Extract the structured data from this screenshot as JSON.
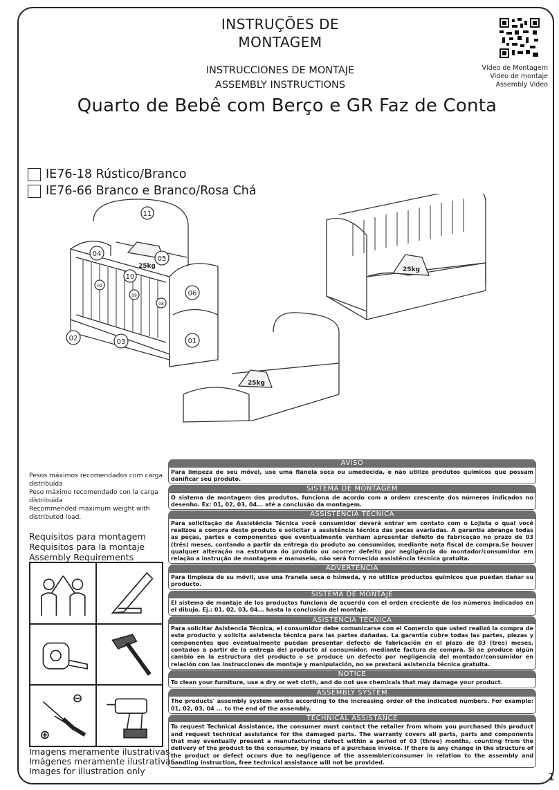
{
  "header": {
    "title_pt_line1": "INSTRUÇÕES DE",
    "title_pt_line2": "MONTAGEM",
    "title_es": "INSTRUCCIONES DE MONTAJE",
    "title_en": "ASSEMBLY  INSTRUCTIONS",
    "video_pt": "Vídeo de Montagem",
    "video_es": "Video de montaje",
    "video_en": "Assembly Video",
    "qr_icon": "qr-code-icon"
  },
  "product": {
    "name": "Quarto de Bebê com Berço e GR Faz de Conta",
    "models": [
      "IE76-18 Rústico/Branco",
      "IE76-66 Branco e Branco/Rosa Chá"
    ]
  },
  "illustration": {
    "part_numbers": [
      "11",
      "04",
      "05",
      "10",
      "09",
      "09",
      "08",
      "06",
      "02",
      "03",
      "01"
    ],
    "weight_label": "25kg"
  },
  "weights": {
    "pt": "Pesos máximos recomendados com carga distribuída",
    "es": "Peso máximo recomendado con la carga distribuida",
    "en": "Recommended maximum weight with distributed load."
  },
  "requirements": {
    "pt": "Requisitos para montagem",
    "es": "Requisitos para la montaje",
    "en": "Assembly Requirements",
    "tools": [
      "two-people-icon",
      "square-ruler-icon",
      "tape-measure-icon",
      "hammer-icon",
      "screwdrivers-icon",
      "drill-icon"
    ]
  },
  "illustration_note": {
    "pt": "Imagens meramente ilustrativas",
    "es": "Imágenes meramente ilustrativas",
    "en": "Images for illustration only"
  },
  "sections": [
    {
      "title": "AVISO",
      "strong": true,
      "body": "Para limpeza de seu móvel, use uma flanela seca ou umedecida, e não utilize produtos químicos que possam danificar seu produto."
    },
    {
      "title": "SISTEMA DE MONTAGEM",
      "strong": true,
      "body": "O sistema de montagem dos produtos, funciona de acordo com a ordem crescente dos números indicados no desenho. Ex: 01, 02, 03, 04... até a conclusão da montagem."
    },
    {
      "title": "ASSISTÊNCIA TÉCNICA",
      "strong": true,
      "body": "Para solicitação de Assistência Técnica você consumidor deverá entrar em contato com o Lojista o qual você realizou a compra deste produto e solicitar a assistência técnica das peças avariadas. A garantia abrange todas as peças, partes e componentes que eventualmente venham apresentar defeito de fabricação no prazo de 03 (três) meses, contando a partir da entrega do produto ao consumidor, mediante nota fiscal de compra.Se houver qualquer alteração na estrutura do produto ou ocorrer defeito por negligência do montador/consumidor em relação a instrução de montagem e manuseio, não será fornecido assistência técnica gratuita."
    },
    {
      "title": "ADVERTENCIA",
      "strong": true,
      "body": "Para limpieza de su móvil, use una franela seca o húmeda, y no utilice productos químicos que puedan dañar su producto."
    },
    {
      "title": "SISTEMA DE MONTAJE",
      "strong": true,
      "body": "El sistema de montaje de los productos funciona de acuerdo con el orden creciente de los números indicados en el dibujo. Ej.: 01, 02, 03, 04... hasta la conclusión del montaje."
    },
    {
      "title": "ASISTENCIA TÉCNICA",
      "strong": true,
      "body": "Para solicitar Asistencia Técnica, el consumidor debe comunicarse con el Comercio que usted realizó la compra de este producto y solicita asistencia técnica para las partes dañadas. La garantía cubre todas las partes, piezas y componentes que eventualmente puedan presentar defecto de fabricación en el plazo de 03 (tres) meses, contados a partir de la entrega del producto al consumidor, mediante factura de compra. Si se produce algún cambio en la estructura del producto o se produce un defecto por negligencia del montador/consumidor en relación con las instrucciones de montaje y manipulación, no se prestará asistencia técnica gratuita."
    },
    {
      "title": "NOTICE",
      "strong": true,
      "body": "To clean your furniture, use a dry or wet cloth, and do not use chemicals that may damage your product."
    },
    {
      "title": "ASSEMBLY SYSTEM",
      "strong": true,
      "body": "The products' assembly system works according to the increasing order of the indicated numbers. For example: 01, 02, 03, 04 ... to the end of the assembly."
    },
    {
      "title": "TECHNICAL ASSISTANCE",
      "strong": true,
      "body": "To request Technical Assistance, the consumer must contact the retailer from whom you purchased this product and request technical assistance for the damaged parts. The warranty covers all parts, parts and components that may eventually present a manufacturing defect within a period of 03 (three) months, counting from the delivery of the product to the consumer, by means of a purchase invoice. If there is any change in the structure of the product or defect occurs due to negligence of the assembler/consumer in relation to the assembly and handling instruction, free technical assistance will not be provided."
    }
  ],
  "page_number": "1"
}
